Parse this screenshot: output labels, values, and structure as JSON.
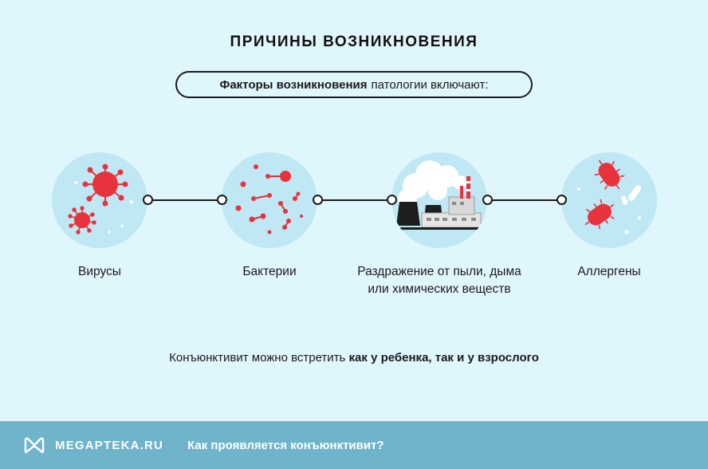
{
  "title": "ПРИЧИНЫ ВОЗНИКНОВЕНИЯ",
  "intro": {
    "bold": "Факторы возникновения",
    "rest": "патологии включают:"
  },
  "factors": [
    {
      "label": "Вирусы",
      "icon": "virus-icon"
    },
    {
      "label": "Бактерии",
      "icon": "bacteria-icon"
    },
    {
      "label_line1": "Раздражение от пыли, дыма",
      "label_line2": "или химических веществ",
      "icon": "factory-icon"
    },
    {
      "label": "Аллергены",
      "icon": "allergen-icon"
    }
  ],
  "note": {
    "plain": "Конъюнктивит можно встретить",
    "bold": "как у ребенка, так и у взрослого"
  },
  "footer": {
    "brand": "MEGAPTEKA.RU",
    "link": "Как проявляется конъюнктивит?"
  },
  "colors": {
    "background": "#E0F6FD",
    "circle": "#BFE8F4",
    "accent_red": "#E8323C",
    "footer": "#6FB4CB"
  }
}
